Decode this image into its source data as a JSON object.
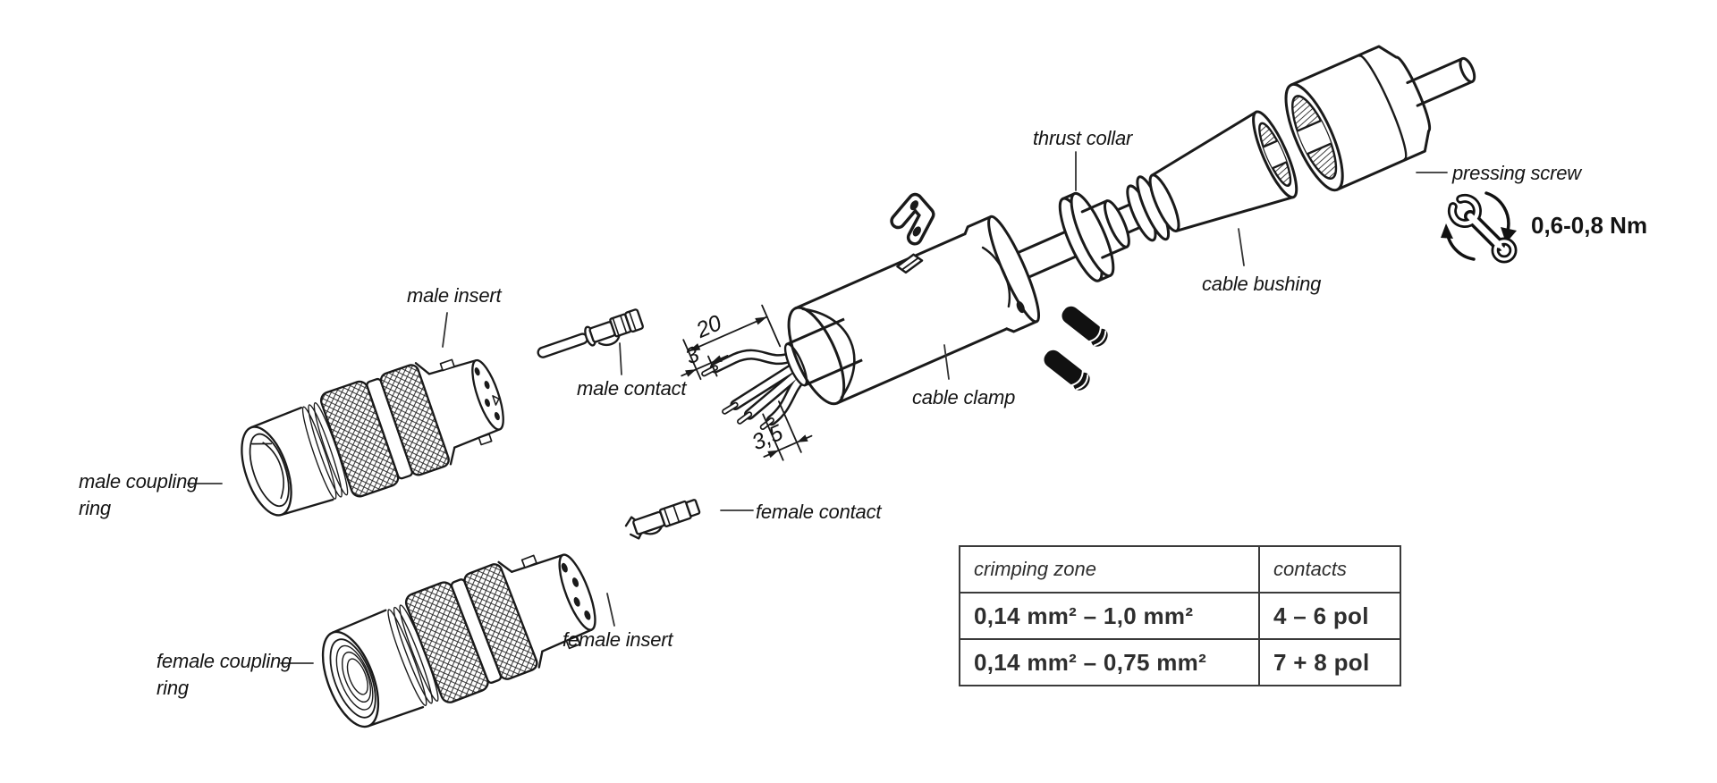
{
  "diagram": {
    "labels": {
      "male_insert": "male insert",
      "male_contact": "male contact",
      "male_coupling_line1": "male coupling",
      "male_coupling_line2": "ring",
      "female_contact": "female contact",
      "female_insert": "female insert",
      "female_coupling_line1": "female coupling",
      "female_coupling_line2": "ring",
      "thrust_collar": "thrust collar",
      "cable_clamp": "cable clamp",
      "cable_bushing": "cable bushing",
      "pressing_screw": "pressing screw"
    },
    "dimensions": {
      "wire_strip_length": "20",
      "contact_strip_length": "3",
      "wire_pitch": "3,5"
    },
    "torque_spec": "0,6-0,8 Nm",
    "icons": {
      "torque": "wrench-rotation-icon"
    },
    "colors": {
      "line": "#1a1a1a",
      "background": "#ffffff",
      "table_border": "#3a3a3a"
    }
  },
  "table": {
    "headers": [
      "crimping zone",
      "contacts"
    ],
    "rows": [
      [
        "0,14 mm² – 1,0 mm²",
        "4 – 6 pol"
      ],
      [
        "0,14 mm² – 0,75 mm²",
        "7 + 8 pol"
      ]
    ]
  }
}
